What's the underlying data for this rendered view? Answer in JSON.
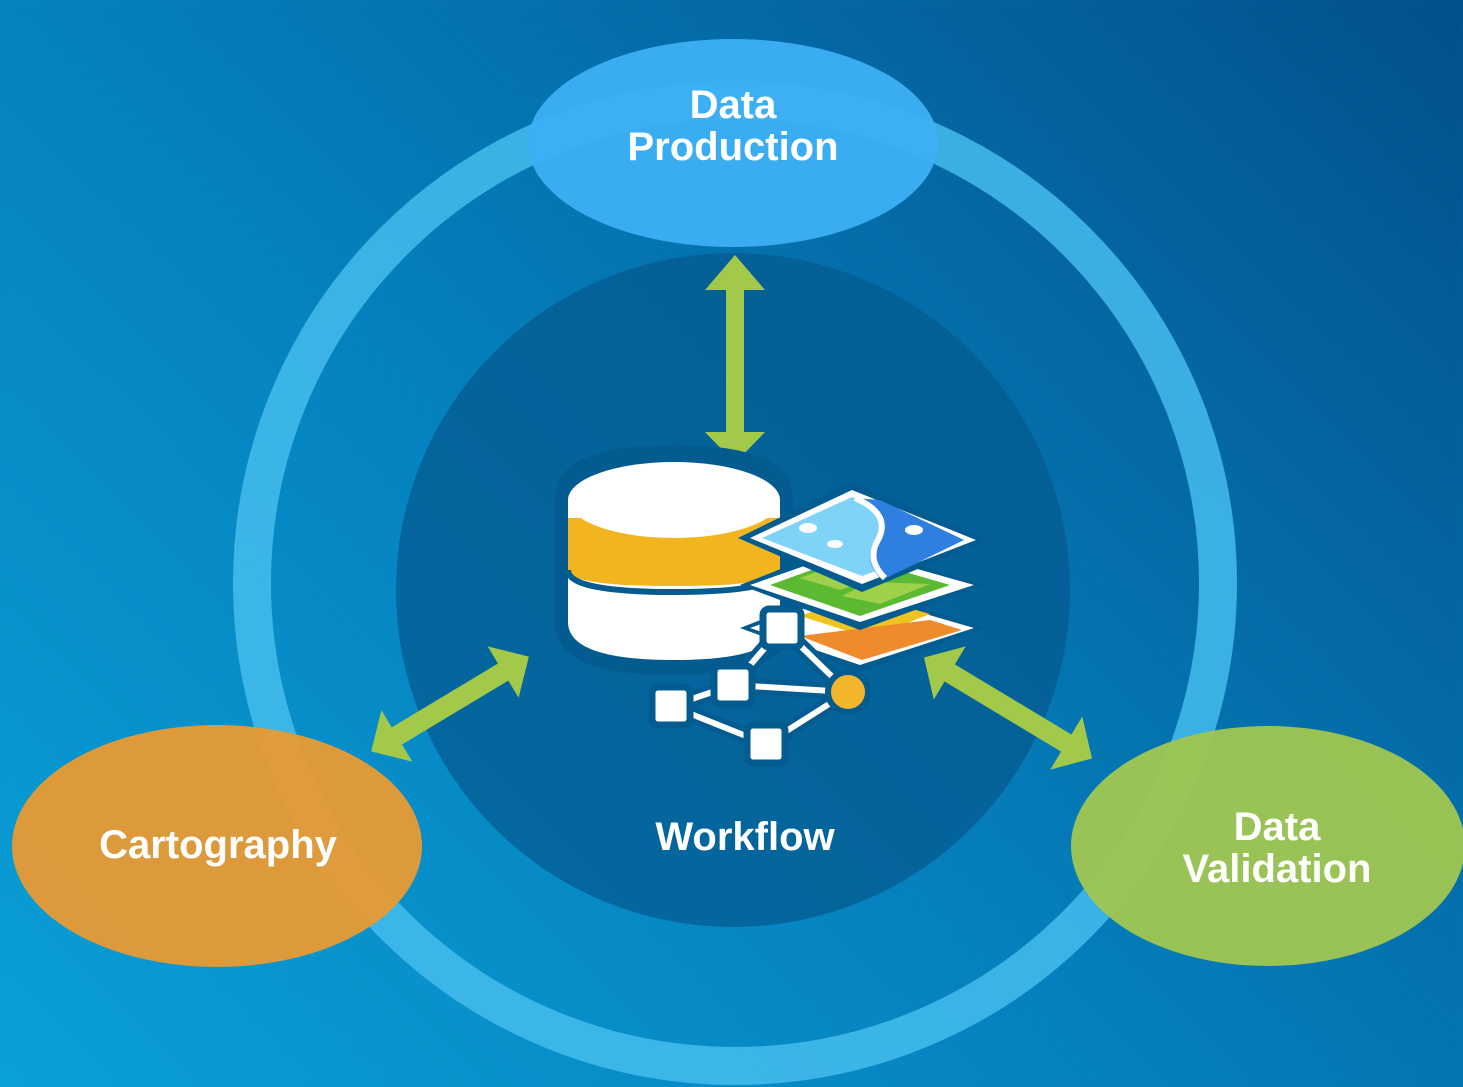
{
  "diagram": {
    "center_label": "Workflow",
    "nodes": {
      "production": {
        "line1": "Data",
        "line2": "Production",
        "color": "#3db0f5"
      },
      "cartography": {
        "line1": "Cartography",
        "color": "#e69a35"
      },
      "validation": {
        "line1": "Data",
        "line2": "Validation",
        "color": "#9ec553"
      }
    },
    "colors": {
      "ring": "#45bcec",
      "inner_circle": "#045b8f",
      "arrow": "#a3c94a",
      "database_band": "#f2b51f",
      "node_accent": "#f3b52b"
    },
    "icons": [
      "database-icon",
      "map-layers-icon",
      "network-graph-icon"
    ]
  }
}
